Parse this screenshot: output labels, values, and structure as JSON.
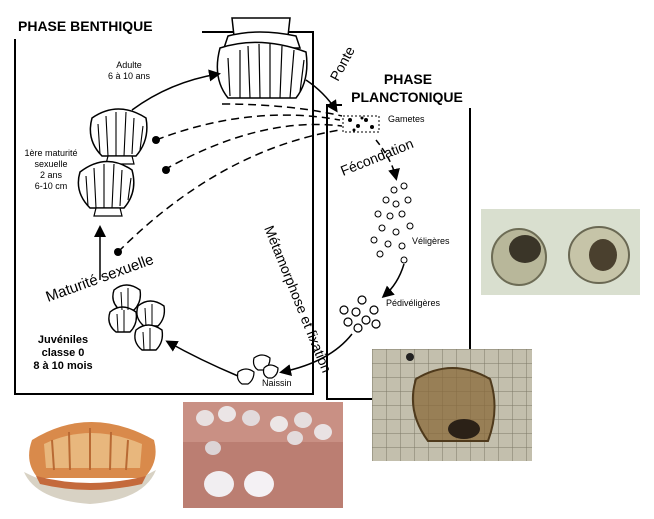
{
  "diagram": {
    "benthic_phase_title": "PHASE BENTHIQUE",
    "planktonic_phase_title_line1": "PHASE",
    "planktonic_phase_title_line2": "PLANCTONIQUE",
    "adult_line1": "Adulte",
    "adult_line2": "6 à 10 ans",
    "first_maturity_line1": "1ère maturité",
    "first_maturity_line2": "sexuelle",
    "first_maturity_line3": "2 ans",
    "first_maturity_line4": "6-10 cm",
    "spawning": "Ponte",
    "gametes": "Gametes",
    "fertilization": "Fécondation",
    "veligers": "Véligères",
    "pediveligers": "Pédivéligères",
    "metamorphosis": "Métamorphose et fixation",
    "spat": "Naissin",
    "juveniles_line1": "Juvéniles",
    "juveniles_line2": "classe 0",
    "juveniles_line3": "8 à 10 mois",
    "sexual_maturity": "Maturité sexuelle"
  },
  "photos": {
    "larvae_microscope": "larvae-photo",
    "pediveliger_grid": "pediveliger-photo",
    "adult_scallop": "scallop-photo",
    "spat_on_hand": "spat-photo"
  }
}
